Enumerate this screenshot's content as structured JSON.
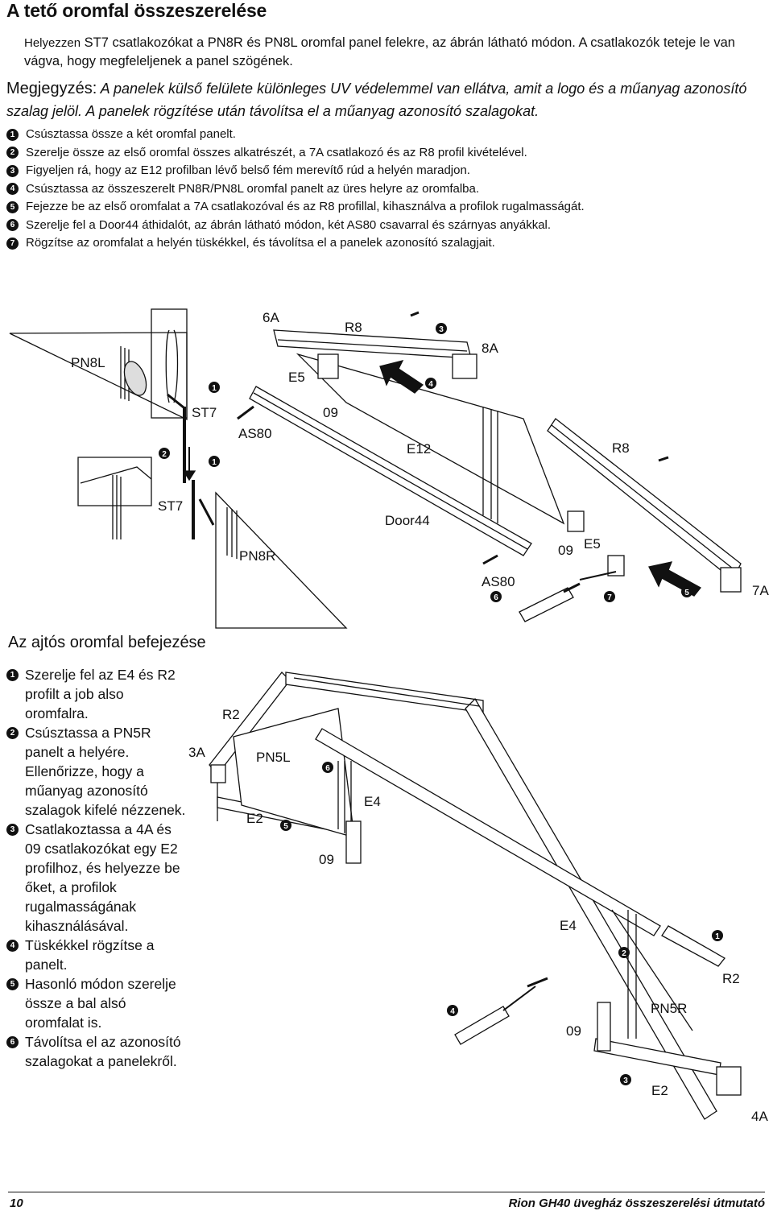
{
  "header": {
    "title": "A tető oromfal összeszerelése"
  },
  "intro": {
    "lead": "Helyezzen",
    "text": " ST7 csatlakozókat a PN8R és PN8L oromfal panel felekre, az ábrán látható módon. A csatlakozók teteje le van vágva, hogy megfeleljenek a panel szögének."
  },
  "note": {
    "label": "Megjegyzés:",
    "text1": " A panelek külső felülete különleges UV védelemmel van ellátva, amit a logo és a műanyag azonosító szalag jelöl.",
    "text2": " A panelek rögzítése után távolítsa el a műanyag azonosító szalagokat."
  },
  "steps": [
    {
      "num": "1",
      "text": "Csúsztassa össze a két oromfal panelt."
    },
    {
      "num": "2",
      "text": "Szerelje össze az első oromfal összes alkatrészét, a 7A csatlakozó és az R8 profil kivételével."
    },
    {
      "num": "3",
      "text": "Figyeljen rá, hogy  az E12 profilban lévő belső fém merevítő rúd a helyén maradjon."
    },
    {
      "num": "4",
      "text": "Csúsztassa az összeszerelt PN8R/PN8L oromfal panelt az üres helyre az oromfalba."
    },
    {
      "num": "5",
      "text": "Fejezze be az első oromfalat a 7A csatlakozóval és az  R8 profillal, kihasználva a profilok rugalmasságát."
    },
    {
      "num": "6",
      "text": "Szerelje fel a Door44 áthidalót, az ábrán látható módon, két AS80 csavarral és szárnyas anyákkal."
    },
    {
      "num": "7",
      "text": "Rögzítse az oromfalat a helyén tüskékkel, és távolítsa el a panelek azonosító szalagjait."
    }
  ],
  "diagram1": {
    "labels": {
      "pn8l": "PN8L",
      "st7_a": "ST7",
      "st7_b": "ST7",
      "pn8r": "PN8R",
      "as80_a": "AS80",
      "as80_b": "AS80",
      "6a": "6A",
      "r8_a": "R8",
      "r8_b": "R8",
      "8a": "8A",
      "e5_a": "E5",
      "e5_b": "E5",
      "09_a": "09",
      "09_b": "09",
      "e12": "E12",
      "door44": "Door44",
      "7a": "7A"
    },
    "nums": {
      "n1a": "1",
      "n1b": "1",
      "n2": "2",
      "n3": "3",
      "n4": "4",
      "n5": "5",
      "n6": "6",
      "n7": "7"
    }
  },
  "section2": {
    "title": "Az ajtós oromfal befejezése"
  },
  "steps2": [
    {
      "num": "1",
      "text": "Szerelje fel az E4 és R2 profilt a job also oromfalra."
    },
    {
      "num": "2",
      "text": "Csúsztassa a PN5R panelt a helyére. Ellenőrizze, hogy a műanyag azonosító szalagok kifelé nézzenek."
    },
    {
      "num": "3",
      "text": "Csatlakoztassa a 4A és 09 csatlakozókat egy E2 profilhoz, és helyezze be őket, a profilok rugalmasságának kihasználásával."
    },
    {
      "num": "4",
      "text": "Tüskékkel rögzítse a panelt."
    },
    {
      "num": "5",
      "text": "Hasonló módon szerelje össze a bal alsó oromfalat is."
    },
    {
      "num": "6",
      "text": "Távolítsa el az azonosító szalagokat a panelekről."
    }
  ],
  "diagram2": {
    "labels": {
      "r2_a": "R2",
      "3a": "3A",
      "pn5l": "PN5L",
      "e4_a": "E4",
      "e2_a": "E2",
      "09_a": "09",
      "e4_b": "E4",
      "r2_b": "R2",
      "pn5r": "PN5R",
      "09_b": "09",
      "e2_b": "E2",
      "4a": "4A"
    },
    "nums": {
      "n1": "1",
      "n2": "2",
      "n3": "3",
      "n4": "4",
      "n5": "5",
      "n6": "6"
    }
  },
  "footer": {
    "page": "10",
    "title": "Rion GH40 üvegház összeszerelési útmutató"
  }
}
